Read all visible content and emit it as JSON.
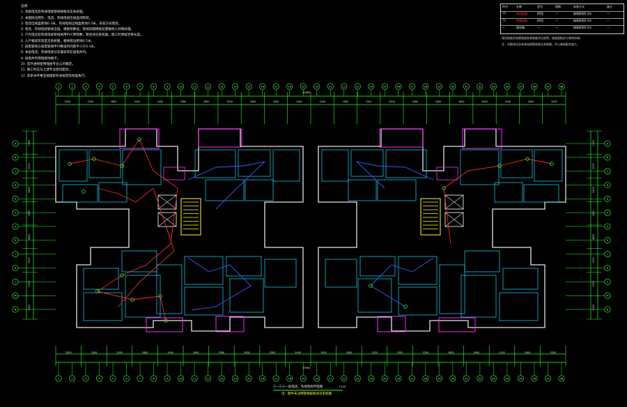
{
  "notes": {
    "title": "说明",
    "items": [
      "1. 本图电话及有线电视管线规格详见系统图。",
      "2. 本图除注明外，电话、有线电视出线盒均暗装。",
      "3. 电话出线盒距地0.3米，有线电视出线盒距地0.3米，安装方式暗装。",
      "4. 电话、有线电视管线沿墙、楼板暗敷设，管线穿越楼板处需做防火封堵处理。",
      "5. 户内电话及有线电视管线采用PVC管暗敷，管径详见系统图，施工时预留足够长度。",
      "6. 入户箱安装高度见系统图，箱体底边距地0.5米。",
      "7. 弱电管线与强电管线平行敷设时间距不小于0.3米。",
      "8. 本层电话、有线电视分支器安装在弱电井内。",
      "9. 弱电井内预留接地端子。",
      "10. 室外进线管预埋由专业公司确定。",
      "11. 施工时应与土建专业密切配合。",
      "12. 其余未尽事宜按国家有关规范及标准执行。"
    ]
  },
  "legend": {
    "rows": [
      [
        "符号",
        "名称",
        "型号",
        "规格",
        "安装方式",
        "备注"
      ],
      [
        "TP",
        "电话插座",
        "86型",
        "—",
        "暗装距地0.3m",
        "—"
      ],
      [
        "TV",
        "电视插座",
        "86型",
        "—",
        "暗装距地0.3m",
        "—"
      ],
      [
        "—",
        "弱电箱",
        "—",
        "—",
        "暗装距地0.5m",
        "—"
      ]
    ],
    "remarks": [
      "电话插座及电视插座安装高度详见说明，插座面板应与装修协调。",
      "注：本图电话及有线电视管线参见系统图，并与装修配合施工。"
    ]
  },
  "dimensions": {
    "top_row": [
      "3300",
      "1500",
      "1800",
      "1500",
      "2400",
      "3300",
      "1800",
      "3300",
      "1800",
      "1800",
      "2400",
      "1500",
      "1800",
      "1500",
      "3300",
      "1800",
      "3300",
      "1800",
      "2400",
      "1500",
      "1800",
      "1500"
    ],
    "top_overall": "43600",
    "bottom_row": [
      "3300",
      "3300",
      "1500",
      "1800",
      "1500",
      "2400",
      "3300",
      "1800",
      "3300",
      "2400",
      "1500",
      "1800",
      "1500",
      "3300",
      "3300",
      "1800",
      "2400",
      "1500",
      "1800",
      "3300"
    ],
    "bottom_overall": "43600",
    "left_col": [
      "1500",
      "1200",
      "2400",
      "1800",
      "4800",
      "1200",
      "1500",
      "2400"
    ],
    "right_col": [
      "1500",
      "1200",
      "2400",
      "1800",
      "4800",
      "1200",
      "1500",
      "2400"
    ]
  },
  "axes": {
    "top": [
      "1",
      "2",
      "3",
      "4",
      "5",
      "6",
      "7",
      "8",
      "9",
      "10",
      "11",
      "12",
      "13",
      "14",
      "15",
      "16",
      "17",
      "18",
      "19",
      "20",
      "21",
      "22",
      "23",
      "24",
      "25",
      "26",
      "27",
      "28",
      "29",
      "30",
      "31",
      "32",
      "33",
      "34",
      "35",
      "36",
      "37",
      "38"
    ],
    "bottom": [
      "1",
      "2",
      "3",
      "4",
      "5",
      "6",
      "7",
      "8",
      "9",
      "10",
      "11",
      "12",
      "13",
      "14",
      "15",
      "16",
      "17",
      "18",
      "19",
      "20",
      "21",
      "22",
      "23",
      "24",
      "25",
      "26",
      "27",
      "28",
      "29",
      "30",
      "31",
      "32",
      "33",
      "34",
      "35",
      "36",
      "37",
      "38"
    ],
    "left": [
      "A",
      "B",
      "C",
      "D",
      "E",
      "F",
      "G",
      "H",
      "J",
      "K",
      "L",
      "M",
      "N"
    ],
    "right": [
      "A",
      "B",
      "C",
      "D",
      "E",
      "F",
      "G",
      "H",
      "J",
      "K",
      "L",
      "M",
      "N"
    ]
  },
  "title_block": {
    "title": "三~三十一层电话、有线电视平面图",
    "scale": "1:100",
    "subtitle": "注：图中未注明管线规格详见系统图"
  },
  "colors": {
    "wall": "#e6e6e6",
    "dimension": "#2cff2c",
    "bubble": "#2cff2c",
    "balcony": "#ff2cff",
    "interior": "#16e0ff",
    "telephone_conduit": "#ff2a2a",
    "tv_conduit": "#3a5cff",
    "stair": "#ffff2a",
    "text": "#e8e8e8"
  },
  "icons": {
    "socket": "socket-icon",
    "bubble": "axis-bubble-icon"
  }
}
